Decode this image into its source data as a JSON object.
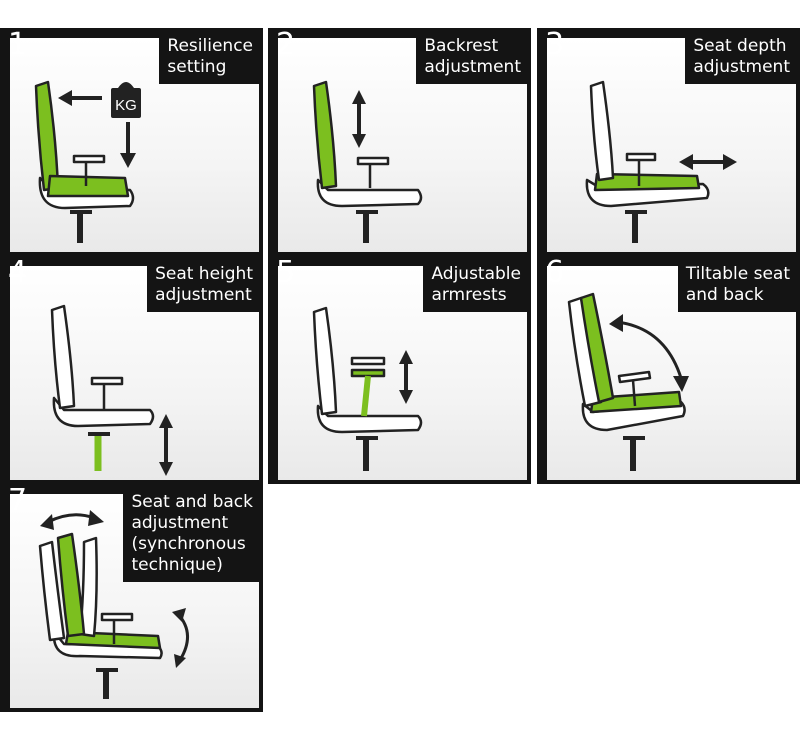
{
  "panels": [
    {
      "number": "1",
      "lines": [
        "Resilience",
        "setting"
      ],
      "weight_label": "KG",
      "icon": "chair-resilience-icon"
    },
    {
      "number": "2",
      "lines": [
        "Backrest",
        "adjustment"
      ],
      "icon": "chair-backrest-icon"
    },
    {
      "number": "3",
      "lines": [
        "Seat depth",
        "adjustment"
      ],
      "icon": "chair-seat-depth-icon"
    },
    {
      "number": "4",
      "lines": [
        "Seat height",
        "adjustment"
      ],
      "icon": "chair-seat-height-icon"
    },
    {
      "number": "5",
      "lines": [
        "Adjustable",
        "armrests"
      ],
      "icon": "chair-armrest-icon"
    },
    {
      "number": "6",
      "lines": [
        "Tiltable seat",
        "and back"
      ],
      "icon": "chair-tilt-icon"
    },
    {
      "number": "7",
      "lines": [
        "Seat and back",
        "adjustment",
        "(synchronous",
        "technique)"
      ],
      "icon": "chair-synchronous-icon"
    }
  ],
  "colors": {
    "accent_green": "#7cbf1f",
    "frame": "#141414",
    "line": "#222222"
  }
}
